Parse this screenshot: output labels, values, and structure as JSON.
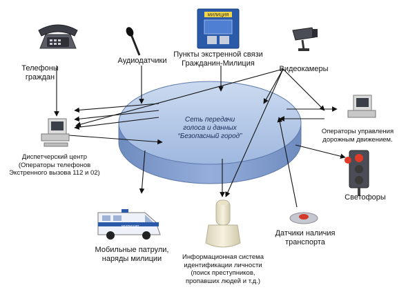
{
  "network": {
    "title": "Сеть передачи\nголоса и данных\n“Безопасный город”",
    "colors": {
      "disk_top": "#b8cdea",
      "disk_side": "#7e99c7",
      "edge": "#5d78aa",
      "arrow": "#111111"
    }
  },
  "nodes": {
    "phones": "Телефоны\nграждан",
    "audio": "Аудиодатчики",
    "emergency": "Пункты экстренной связи\nГражданин-Милиция",
    "cameras": "Видеокамеры",
    "traffic_ops": "Операторы управления\nдорожным движением.",
    "dispatch": "Диспетчерский центр\n(Операторы телефонов\nЭкстренного вызова 112 и 02)",
    "lights": "Светофоры",
    "patrols": "Мобильные патрули,\nнаряды милиции",
    "id_system": "Информационная система\nидентификации личности\n(поиск преступников,\nпропавших людей и т.д.)",
    "transport": "Датчики наличия\nтранспорта"
  },
  "device_texts": {
    "emergency_panel": "МИЛИЦИЯ",
    "police_van": "МИЛИЦИЯ"
  },
  "icons": [
    "telephone-icon",
    "microphone-icon",
    "emergency-call-box-icon",
    "video-camera-icon",
    "computer-icon",
    "traffic-light-icon",
    "police-van-icon",
    "fingerprint-scanner-icon",
    "transport-sensor-icon"
  ]
}
